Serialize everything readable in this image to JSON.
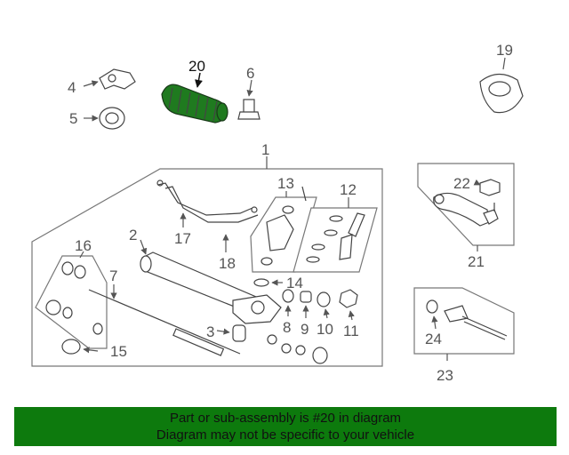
{
  "diagram": {
    "callouts": [
      "1",
      "2",
      "3",
      "4",
      "5",
      "6",
      "7",
      "8",
      "9",
      "10",
      "11",
      "12",
      "13",
      "14",
      "15",
      "16",
      "17",
      "18",
      "19",
      "20",
      "21",
      "22",
      "23",
      "24"
    ],
    "highlighted_callout": "20",
    "colors": {
      "highlight_part": "#1f7a1f",
      "banner": "#0d7a0d"
    }
  },
  "footer": {
    "line1": "Part or sub-assembly is #20 in diagram",
    "line2": "Diagram may not be specific to your vehicle"
  }
}
